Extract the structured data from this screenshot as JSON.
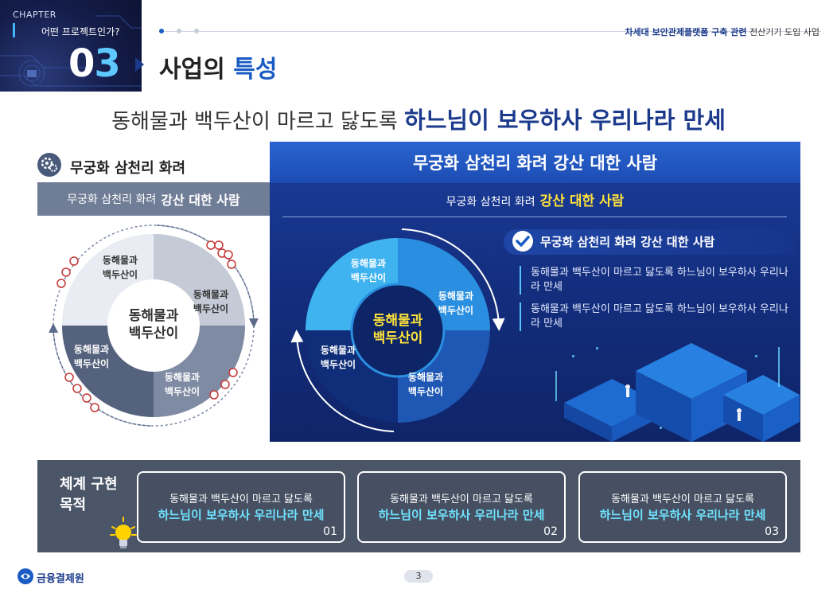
{
  "header": {
    "chapter_word": "CHAPTER",
    "chapter_sub": "어떤 프로젝트인가?",
    "chapter_num_a": "0",
    "chapter_num_b": "3",
    "section_title_a": "사업의 ",
    "section_title_b": "특성",
    "right_label_bold": "차세대 보안관제플랫폼 구축 관련",
    "right_label": " 전산기기 도입 사업"
  },
  "headline": {
    "normal": "동해물과 백두산이 마르고 닳도록 ",
    "emphasis": "하느님이 보우하사 우리나라 만세"
  },
  "left_panel": {
    "title": "무궁화 삼천리 화려",
    "bar_normal": "무궁화 삼천리 화려",
    "bar_bold": "강산 대한 사람",
    "cycle": {
      "center_l1": "동해물과",
      "center_l2": "백두산이",
      "seg_top_l1": "동해물과",
      "seg_top_l2": "백두산이",
      "seg_right_l1": "동해물과",
      "seg_right_l2": "백두산이",
      "seg_bottom_l1": "동해물과",
      "seg_bottom_l2": "백두산이",
      "seg_left_l1": "동해물과",
      "seg_left_l2": "백두산이"
    }
  },
  "right_panel": {
    "head": "무궁화 삼천리 화려 강산 대한 사람",
    "sub_normal": "무궁화 삼천리 화려",
    "sub_highlight": "강산 대한 사람",
    "check_title": "무궁화 삼천리 화려 강산 대한 사람",
    "bullets": [
      "동해물과 백두산이 마르고 닳도록 하느님이 보우하사 우리나라 만세",
      "동해물과 백두산이 마르고 닳도록 하느님이 보우하사 우리나라 만세"
    ],
    "cycle": {
      "center_l1": "동해물과",
      "center_l2": "백두산이",
      "seg_top_l1": "동해물과",
      "seg_top_l2": "백두산이",
      "seg_right_l1": "동해물과",
      "seg_right_l2": "백두산이",
      "seg_bottom_l1": "동해물과",
      "seg_bottom_l2": "백두산이",
      "seg_left_l1": "동해물과",
      "seg_left_l2": "백두산이"
    }
  },
  "bottom": {
    "title": "체계 구현 목적",
    "goals": [
      {
        "line1": "동해물과 백두산이 마르고 닳도록",
        "line2": "하느님이 보우하사 우리나라 만세",
        "num": "01"
      },
      {
        "line1": "동해물과 백두산이 마르고 닳도록",
        "line2": "하느님이 보우하사 우리나라 만세",
        "num": "02"
      },
      {
        "line1": "동해물과 백두산이 마르고 닳도록",
        "line2": "하느님이 보우하사 우리나라 만세",
        "num": "03"
      }
    ]
  },
  "footer": {
    "org_name": "금융결제원",
    "page": "3"
  },
  "colors": {
    "brand_navy": "#1b3a8c",
    "accent_blue": "#1b5cc4",
    "highlight_yellow": "#ffe33a",
    "cyan": "#6fe3ff"
  }
}
